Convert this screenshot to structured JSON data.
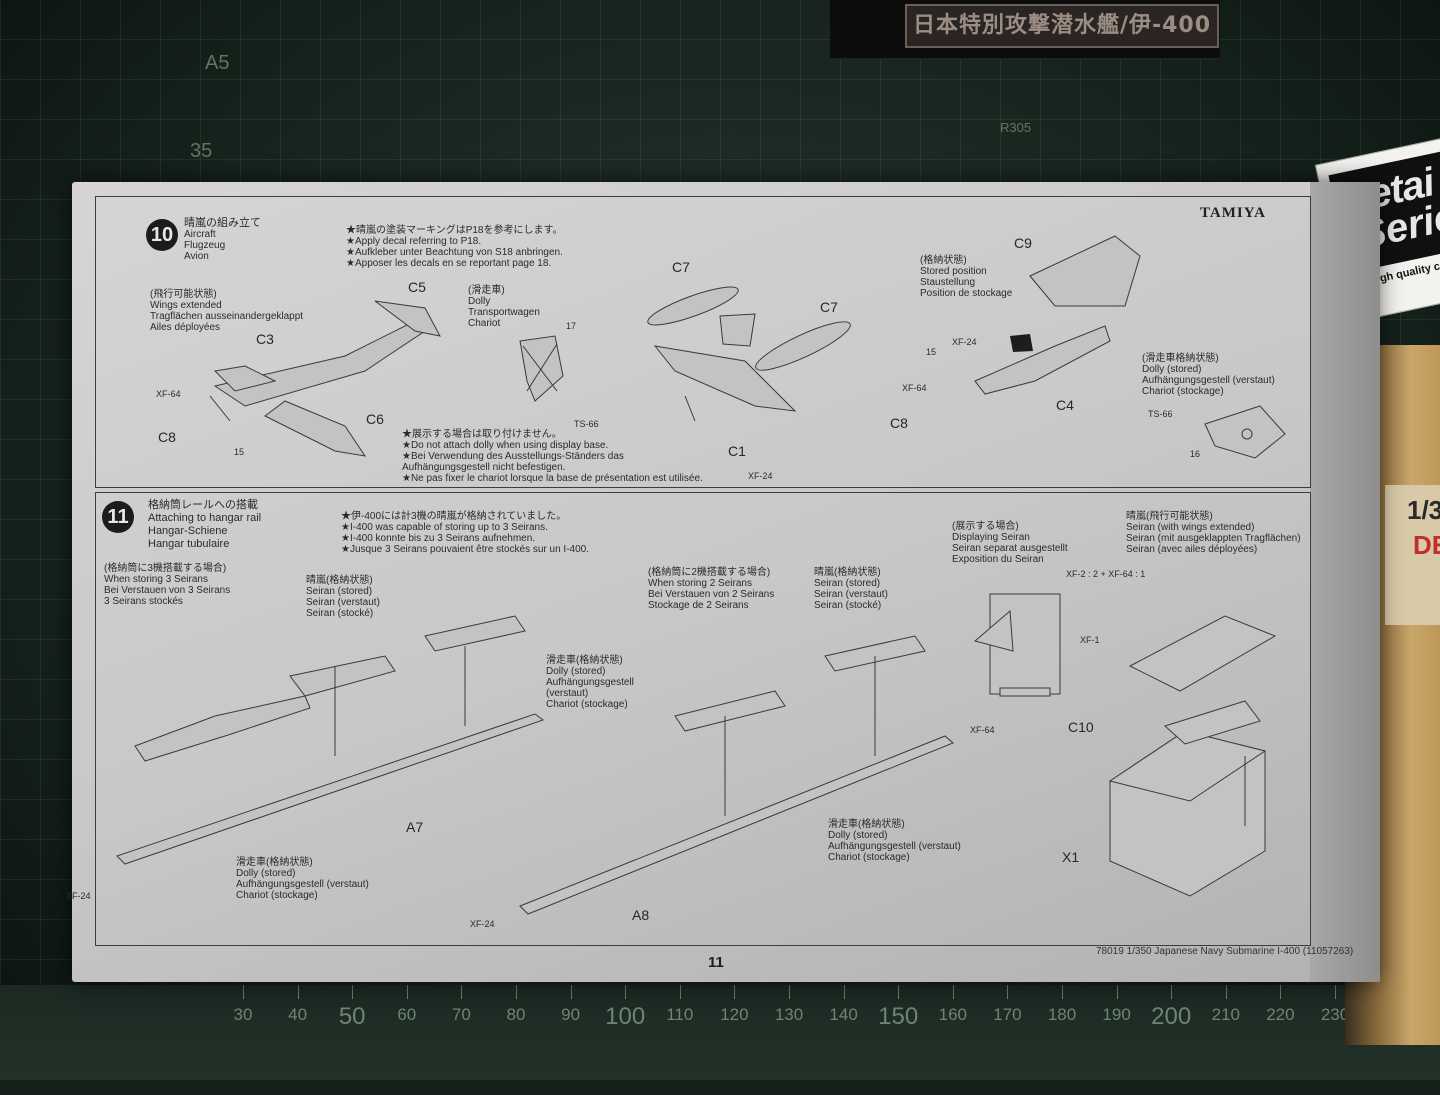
{
  "background": {
    "box_label": "日本特別攻撃潜水艦/伊-400",
    "mat_numbers": [
      "A5",
      "35",
      "R305"
    ],
    "ruler_numbers": [
      "30",
      "40",
      "50",
      "60",
      "70",
      "80",
      "90",
      "100",
      "110",
      "120",
      "130",
      "140",
      "150",
      "160",
      "170",
      "180",
      "190",
      "200",
      "210",
      "220",
      "230",
      "240"
    ]
  },
  "package": {
    "card_line1": "Detai",
    "card_line2": "Serie",
    "card_small": "High quality c",
    "bag_line1": "1/3",
    "bag_line2": "DE"
  },
  "sheet": {
    "brand": "TAMIYA",
    "page_number": "11",
    "footer": "78019 1/350 Japanese Navy Submarine I-400 (11057263)",
    "step10": {
      "number": "10",
      "title_jp": "晴嵐の組み立て",
      "title_en": "Aircraft",
      "title_de": "Flugzeug",
      "title_fr": "Avion",
      "decal_jp": "★晴嵐の塗装マーキングはP18を参考にします。",
      "decal_en": "★Apply decal referring to P18.",
      "decal_de": "★Aufkleber unter Beachtung von S18 anbringen.",
      "decal_fr": "★Apposer les decals en se reportant page 18.",
      "wings_jp": "(飛行可能状態)",
      "wings_en": "Wings extended",
      "wings_de": "Tragflächen ausseinandergeklappt",
      "wings_fr": "Ailes déployées",
      "dolly_jp": "(滑走車)",
      "dolly_en": "Dolly",
      "dolly_de": "Transportwagen",
      "dolly_fr": "Chariot",
      "note_jp": "★展示する場合は取り付けません。",
      "note_en": "★Do not attach dolly when using display base.",
      "note_de1": "★Bei Verwendung des Ausstellungs-Ständers das",
      "note_de2": "Aufhängungsgestell nicht befestigen.",
      "note_fr": "★Ne pas fixer le chariot lorsque la base de présentation est utilisée.",
      "stored_jp": "(格納状態)",
      "stored_en": "Stored position",
      "stored_de": "Staustellung",
      "stored_fr": "Position de stockage",
      "dollystored_jp": "(滑走車格納状態)",
      "dollystored_en": "Dolly (stored)",
      "dollystored_de": "Aufhängungsgestell (verstaut)",
      "dollystored_fr": "Chariot (stockage)",
      "parts": [
        "C5",
        "C3",
        "C6",
        "C8",
        "C7",
        "C7",
        "C1",
        "C9",
        "C4",
        "C8"
      ],
      "small_refs": [
        "XF-64",
        "15",
        "17",
        "TS-66",
        "XF-24",
        "15",
        "XF-24",
        "XF-64",
        "TS-66",
        "16"
      ]
    },
    "step11": {
      "number": "11",
      "title_jp": "格納筒レールへの搭載",
      "title_en": "Attaching to hangar rail",
      "title_de": "Hangar-Schiene",
      "title_fr": "Hangar tubulaire",
      "info_jp": "★伊-400には計3機の晴嵐が格納されていました。",
      "info_en": "★I-400 was capable of storing up to 3 Seirans.",
      "info_de": "★I-400 konnte bis zu 3 Seirans aufnehmen.",
      "info_fr": "★Jusque 3 Seirans pouvaient être stockés sur un I-400.",
      "three_jp": "(格納筒に3機搭載する場合)",
      "three_en": "When storing 3 Seirans",
      "three_de": "Bei Verstauen von 3 Seirans",
      "three_fr": "3 Seirans stockés",
      "seiran_jp": "晴嵐(格納状態)",
      "seiran_en": "Seiran (stored)",
      "seiran_de": "Seiran (verstaut)",
      "seiran_fr": "Seiran (stocké)",
      "dolly_jp": "滑走車(格納状態)",
      "dolly_en": "Dolly (stored)",
      "dolly_de": "Aufhängungsgestell",
      "dolly_de2": "(verstaut)",
      "dolly_fr": "Chariot (stockage)",
      "two_jp": "(格納筒に2機搭載する場合)",
      "two_en": "When storing 2 Seirans",
      "two_de": "Bei Verstauen von 2 Seirans",
      "two_fr": "Stockage de 2 Seirans",
      "seiran2_jp": "晴嵐(格納状態)",
      "seiran2_en": "Seiran (stored)",
      "seiran2_de": "Seiran (verstaut)",
      "seiran2_fr": "Seiran (stocké)",
      "dolly2_jp": "滑走車(格納状態)",
      "dolly2_en": "Dolly (stored)",
      "dolly2_de": "Aufhängungsgestell (verstaut)",
      "dolly2_fr": "Chariot (stockage)",
      "dolly3_jp": "滑走車(格納状態)",
      "dolly3_en": "Dolly (stored)",
      "dolly3_de": "Aufhängungsgestell (verstaut)",
      "dolly3_fr": "Chariot (stockage)",
      "display_jp": "(展示する場合)",
      "display_en": "Displaying Seiran",
      "display_de": "Seiran separat ausgestellt",
      "display_fr": "Exposition du Seiran",
      "paint_mix": "XF-2 : 2 + XF-64 : 1",
      "flying_jp": "晴嵐(飛行可能状態)",
      "flying_en": "Seiran (with wings extended)",
      "flying_de": "Seiran (mit ausgeklappten Tragflächen)",
      "flying_fr": "Seiran (avec ailes déployées)",
      "parts": [
        "A7",
        "A8",
        "C10",
        "X1"
      ],
      "small_refs": [
        "XF-24",
        "XF-24",
        "XF-1",
        "XF-64"
      ]
    }
  }
}
